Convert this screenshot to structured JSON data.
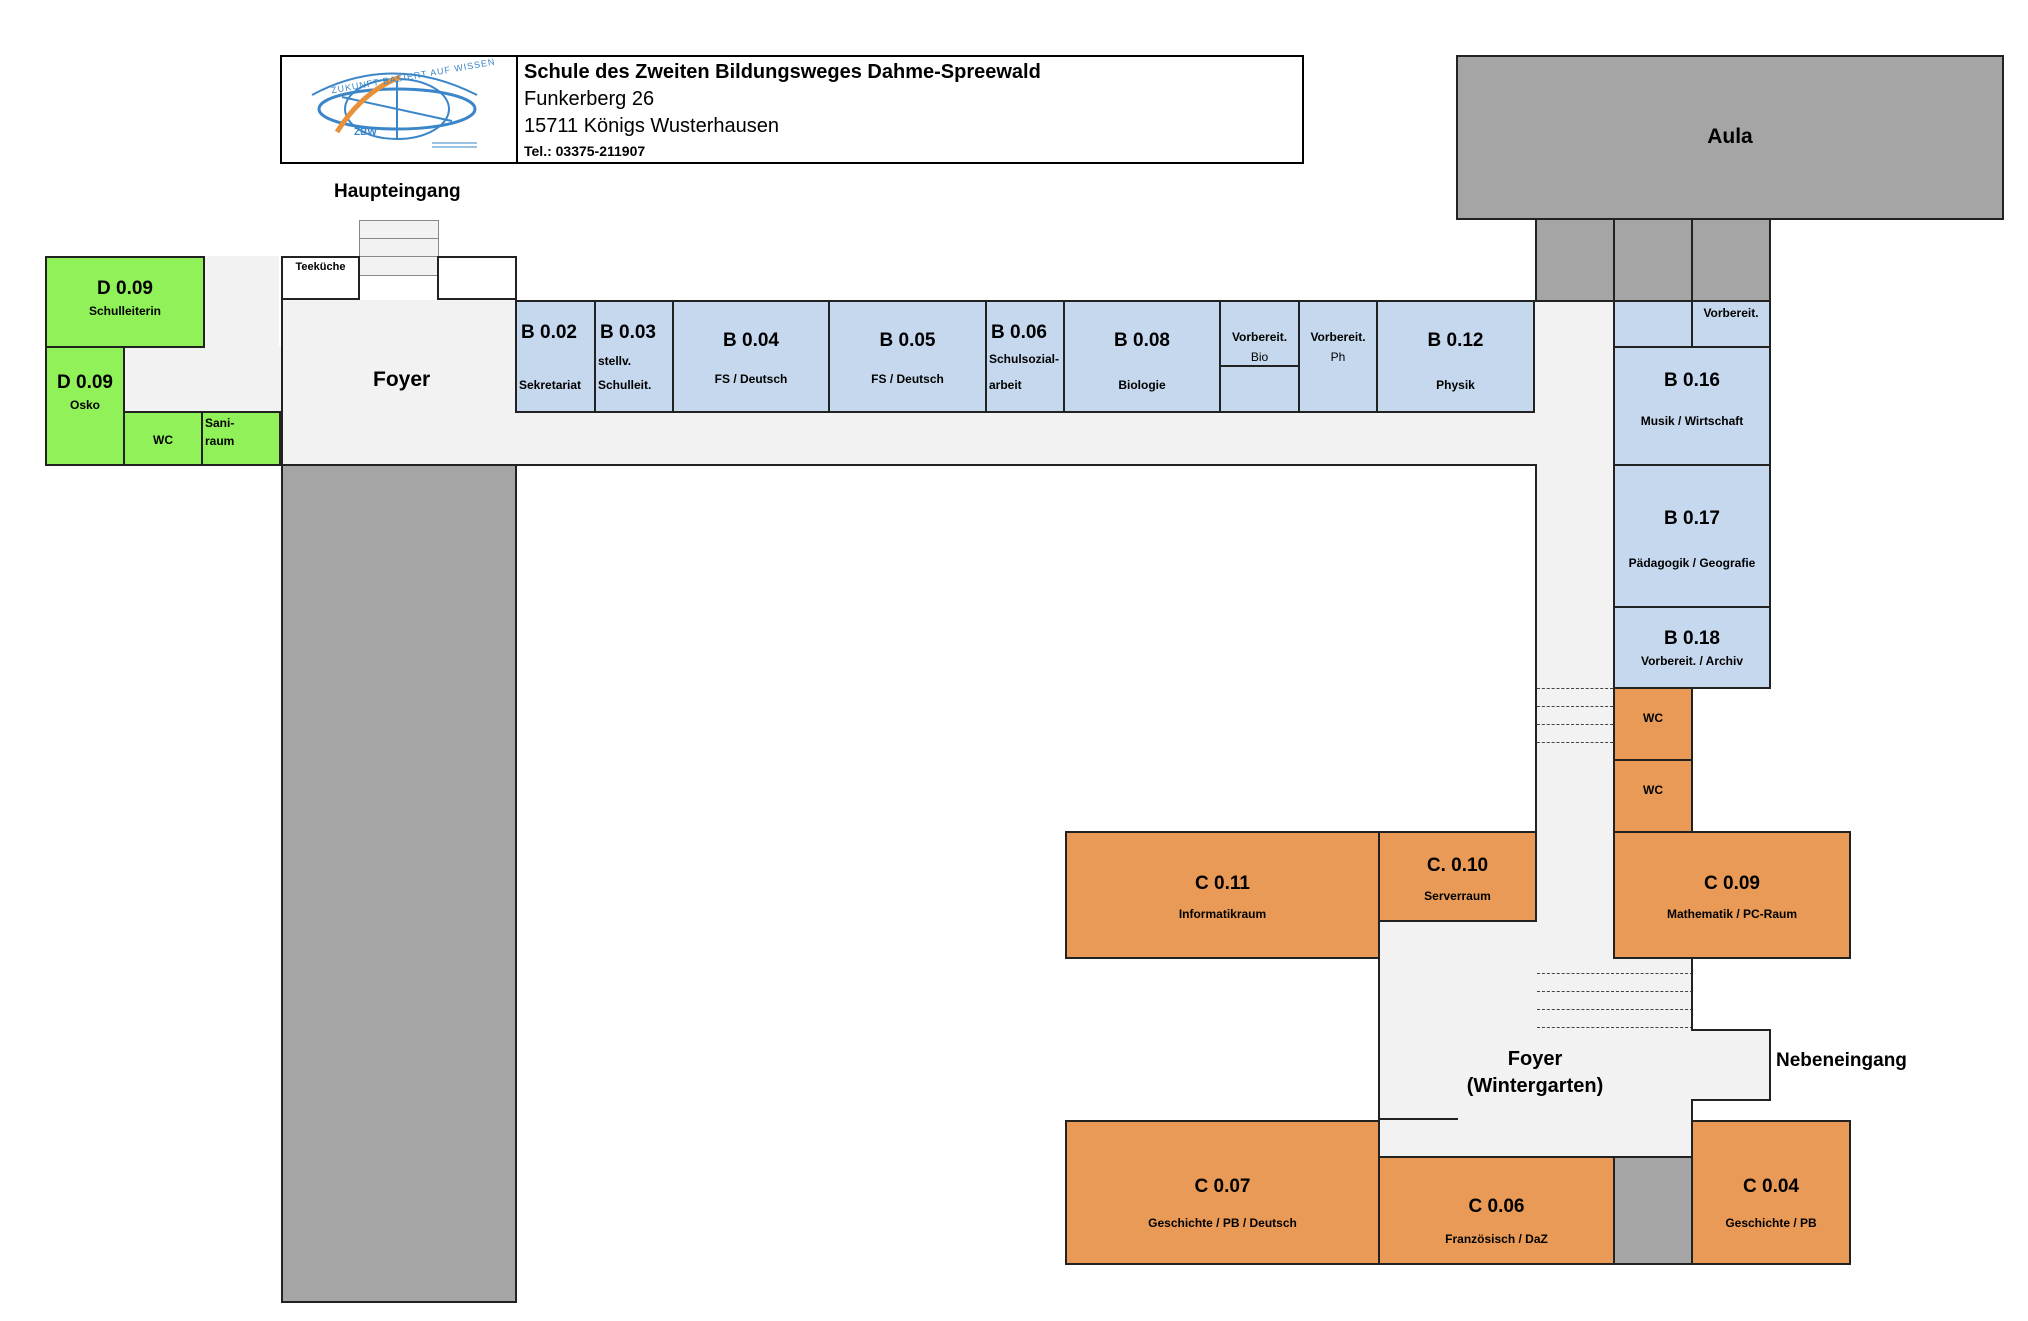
{
  "header": {
    "school_name": "Schule des Zweiten Bildungsweges Dahme-Spreewald",
    "street": "Funkerberg 26",
    "city": "15711 Königs Wusterhausen",
    "tel": "Tel.: 03375-211907",
    "logo_arc_text": "ZUKUNFT BASIERT AUF WISSEN",
    "logo_abbrev": "ZBW",
    "colors": {
      "logo_blue": "#3a86c8",
      "logo_orange": "#e8913a"
    }
  },
  "labels": {
    "haupteingang": "Haupteingang",
    "nebeneingang": "Nebeneingang",
    "foyer": "Foyer",
    "foyer_wg_1": "Foyer",
    "foyer_wg_2": "(Wintergarten)",
    "aula": "Aula",
    "teekueche": "Teeküche"
  },
  "rooms": {
    "d009a": {
      "num": "D 0.09",
      "sub": "Schulleiterin"
    },
    "d009b": {
      "num": "D 0.09",
      "sub": "Osko"
    },
    "wc_d": {
      "sub": "WC"
    },
    "sani": {
      "line1": "Sani-",
      "line2": "raum"
    },
    "b002": {
      "num": "B 0.02",
      "sub": "Sekretariat"
    },
    "b003": {
      "num": "B 0.03",
      "line1": "stellv.",
      "line2": "Schulleit."
    },
    "b004": {
      "num": "B 0.04",
      "sub": "FS / Deutsch"
    },
    "b005": {
      "num": "B 0.05",
      "sub": "FS / Deutsch"
    },
    "b006": {
      "num": "B 0.06",
      "line1": "Schulsozial-",
      "line2": "arbeit"
    },
    "b008": {
      "num": "B 0.08",
      "sub": "Biologie"
    },
    "vorb_bio": {
      "line1": "Vorbereit.",
      "line2": "Bio"
    },
    "vorb_ph": {
      "line1": "Vorbereit.",
      "line2": "Ph"
    },
    "b012": {
      "num": "B 0.12",
      "sub": "Physik"
    },
    "vorb_b": {
      "sub": "Vorbereit."
    },
    "b016": {
      "num": "B 0.16",
      "sub": "Musik / Wirtschaft"
    },
    "b017": {
      "num": "B 0.17",
      "sub": "Pädagogik / Geografie"
    },
    "b018": {
      "num": "B 0.18",
      "sub": "Vorbereit. / Archiv"
    },
    "wc_c1": {
      "sub": "WC"
    },
    "wc_c2": {
      "sub": "WC"
    },
    "c011": {
      "num": "C 0.11",
      "sub": "Informatikraum"
    },
    "c010": {
      "num": "C. 0.10",
      "sub": "Serverraum"
    },
    "c009": {
      "num": "C 0.09",
      "sub": "Mathematik / PC-Raum"
    },
    "c007": {
      "num": "C 0.07",
      "sub": "Geschichte / PB / Deutsch"
    },
    "c006": {
      "num": "C 0.06",
      "sub": "Französisch / DaZ"
    },
    "c004": {
      "num": "C 0.04",
      "sub": "Geschichte / PB"
    }
  },
  "colors": {
    "green": "#90f158",
    "blue": "#c6d8ee",
    "orange": "#e99a56",
    "grey": "#a5a5a5",
    "corridor": "#f2f2f2"
  }
}
